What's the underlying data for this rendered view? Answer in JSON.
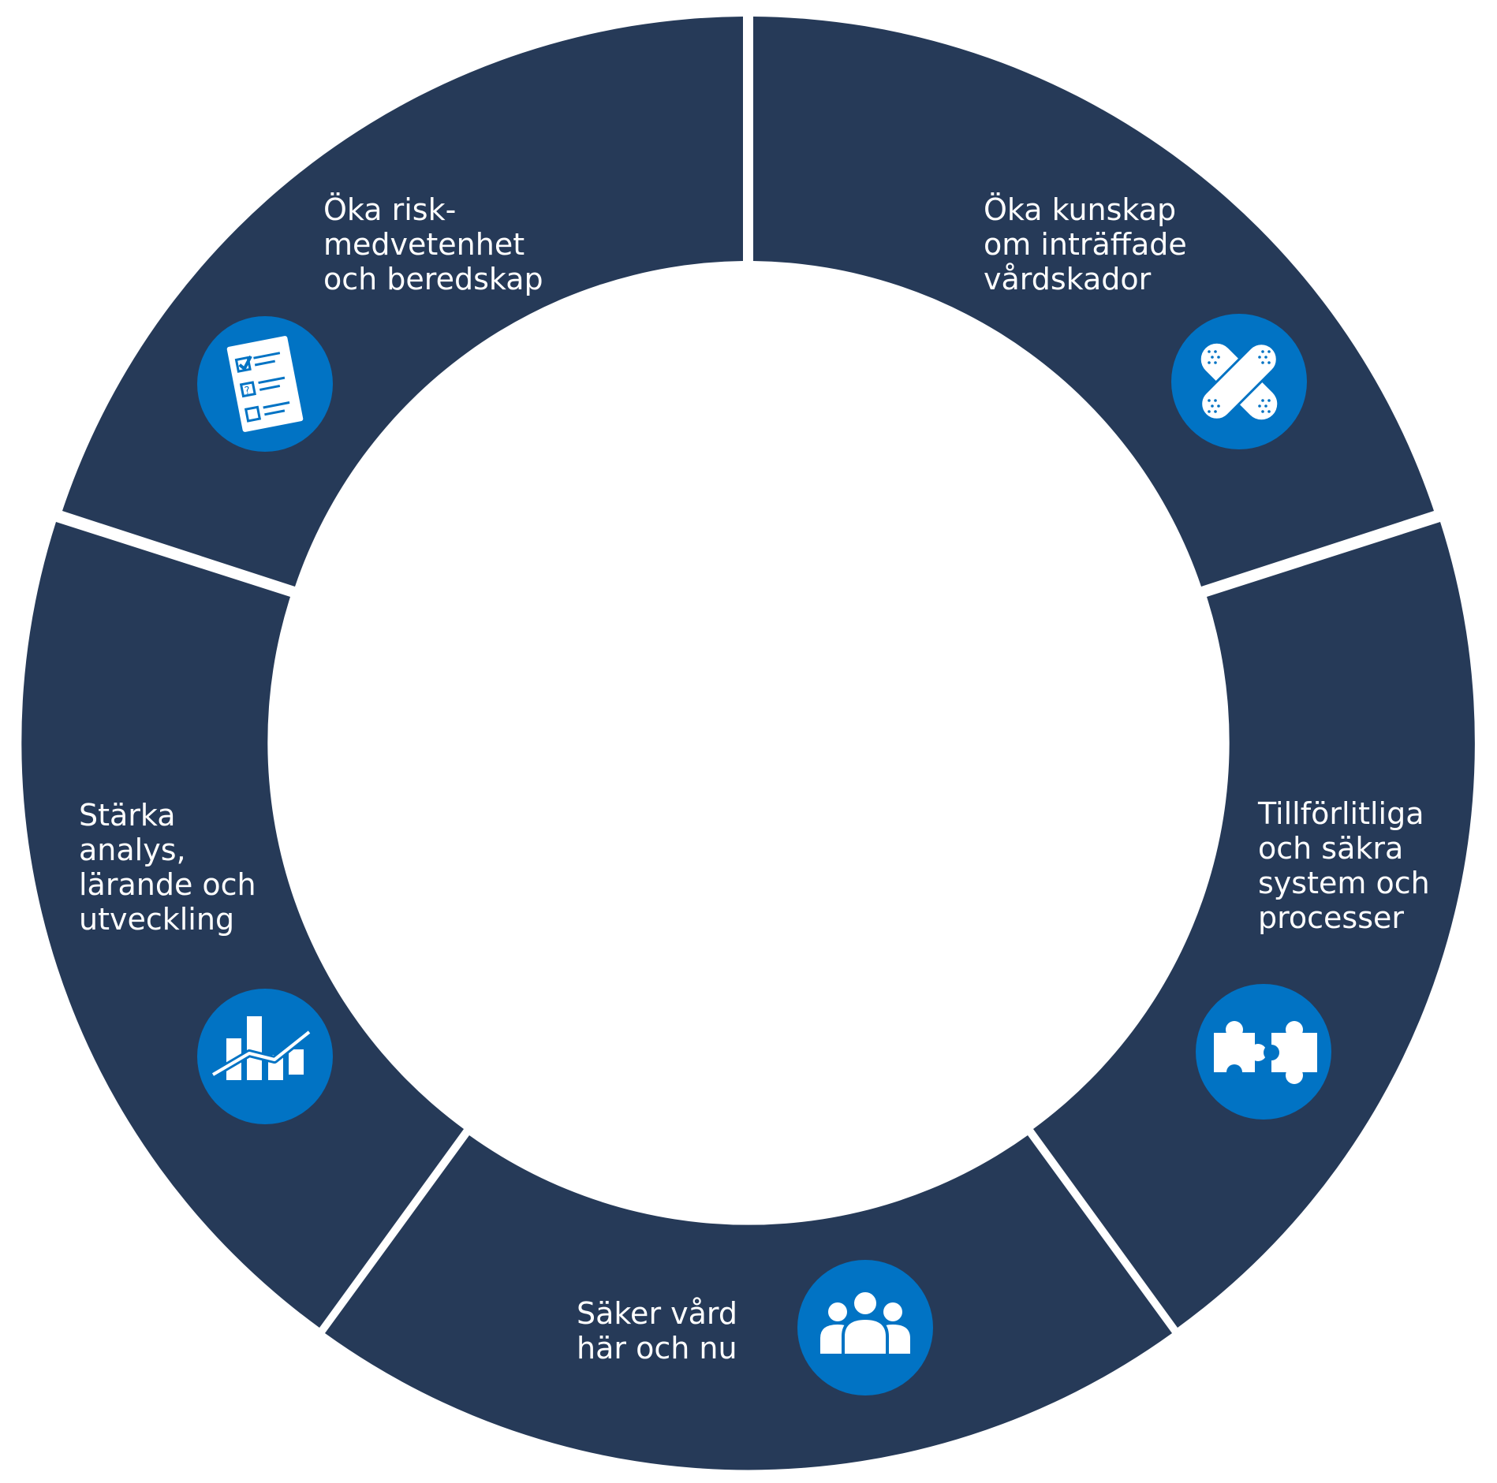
{
  "colors": {
    "segment": "#263a58",
    "badge": "#0173c4",
    "icon": "#ffffff",
    "background": "#ffffff"
  },
  "segments": [
    {
      "id": "risk",
      "lines": [
        "Öka risk-",
        "medvetenhet",
        "och beredskap"
      ],
      "icon": "checklist-icon"
    },
    {
      "id": "kunskap",
      "lines": [
        "Öka kunskap",
        "om inträffade",
        "vårdskador"
      ],
      "icon": "bandage-icon"
    },
    {
      "id": "system",
      "lines": [
        "Tillförlitliga",
        "och säkra",
        "system och",
        "processer"
      ],
      "icon": "puzzle-icon"
    },
    {
      "id": "vard",
      "lines": [
        "Säker vård",
        "här och nu"
      ],
      "icon": "people-icon"
    },
    {
      "id": "analys",
      "lines": [
        "Stärka",
        "analys,",
        "lärande och",
        "utveckling"
      ],
      "icon": "chart-icon"
    }
  ]
}
